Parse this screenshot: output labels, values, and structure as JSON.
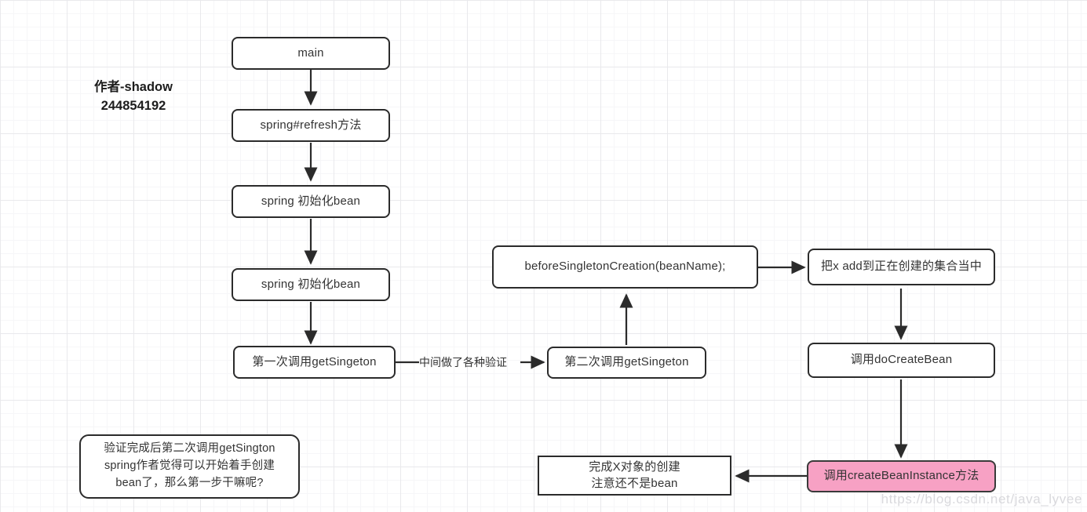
{
  "diagram": {
    "title_note": {
      "line1": "作者-shadow",
      "line2": "244854192"
    },
    "nodes": {
      "main": {
        "label": "main"
      },
      "refresh": {
        "label": "spring#refresh方法"
      },
      "init_bean_1": {
        "label": "spring 初始化bean"
      },
      "init_bean_2": {
        "label": "spring 初始化bean"
      },
      "get_singleton_1": {
        "label": "第一次调用getSingeton"
      },
      "get_singleton_2": {
        "label": "第二次调用getSingeton"
      },
      "before_singleton_creation": {
        "label": "beforeSingletonCreation(beanName);"
      },
      "add_to_creating_set": {
        "label": "把x add到正在创建的集合当中"
      },
      "do_create_bean": {
        "label": "调用doCreateBean"
      },
      "create_bean_instance": {
        "label": "调用createBeanInstance方法"
      },
      "finish_object": {
        "line1": "完成X对象的创建",
        "line2": "注意还不是bean"
      },
      "explain_note": {
        "line1": "验证完成后第二次调用getSington",
        "line2": "spring作者觉得可以开始着手创建",
        "line3": "bean了，那么第一步干嘛呢?"
      }
    },
    "edges": {
      "validation_label": "中间做了各种验证"
    },
    "colors": {
      "border": "#2b2b2b",
      "node_fill": "#ffffff",
      "highlight_fill": "#f7a1c4",
      "text": "#333333",
      "grid_major": "#e9e9ec",
      "grid_minor": "#f6f6f8",
      "watermark": "#d9d9dd"
    },
    "watermark": "https://blog.csdn.net/java_lyvee"
  }
}
